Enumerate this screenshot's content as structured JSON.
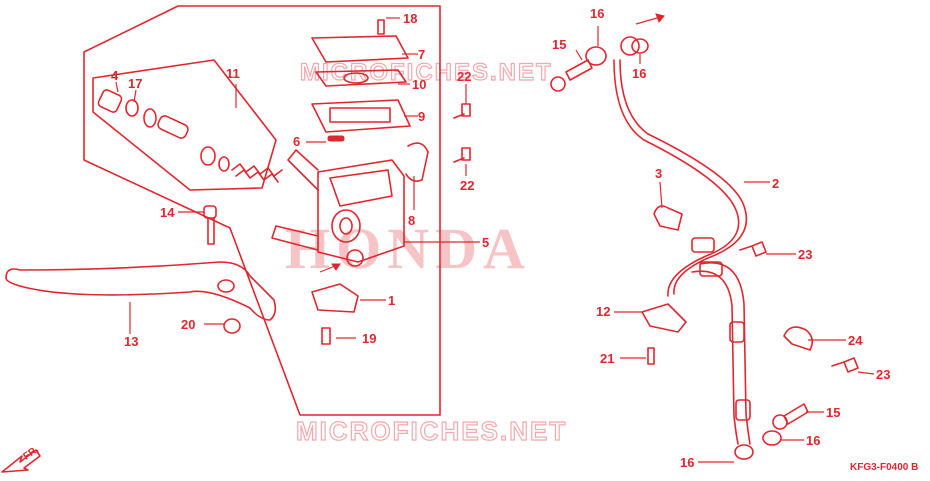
{
  "watermarks": {
    "top": "MICROFICHES.NET",
    "bottom": "MICROFICHES.NET",
    "brand": "HONDA"
  },
  "diagram_code": "KFG3-F0400 B",
  "direction_label": "FR.",
  "callouts": {
    "c1": "1",
    "c2": "2",
    "c3": "3",
    "c4": "4",
    "c5": "5",
    "c6": "6",
    "c7": "7",
    "c8": "8",
    "c9": "9",
    "c10": "10",
    "c11": "11",
    "c12": "12",
    "c13": "13",
    "c14": "14",
    "c15a": "15",
    "c15b": "15",
    "c16a": "16",
    "c16b": "16",
    "c16c": "16",
    "c16d": "16",
    "c17": "17",
    "c18": "18",
    "c19": "19",
    "c20": "20",
    "c21": "21",
    "c22a": "22",
    "c22b": "22",
    "c23a": "23",
    "c23b": "23",
    "c24": "24"
  },
  "colors": {
    "ink": "#e0272f",
    "watermark": "#f2a9ad",
    "background": "#ffffff"
  }
}
